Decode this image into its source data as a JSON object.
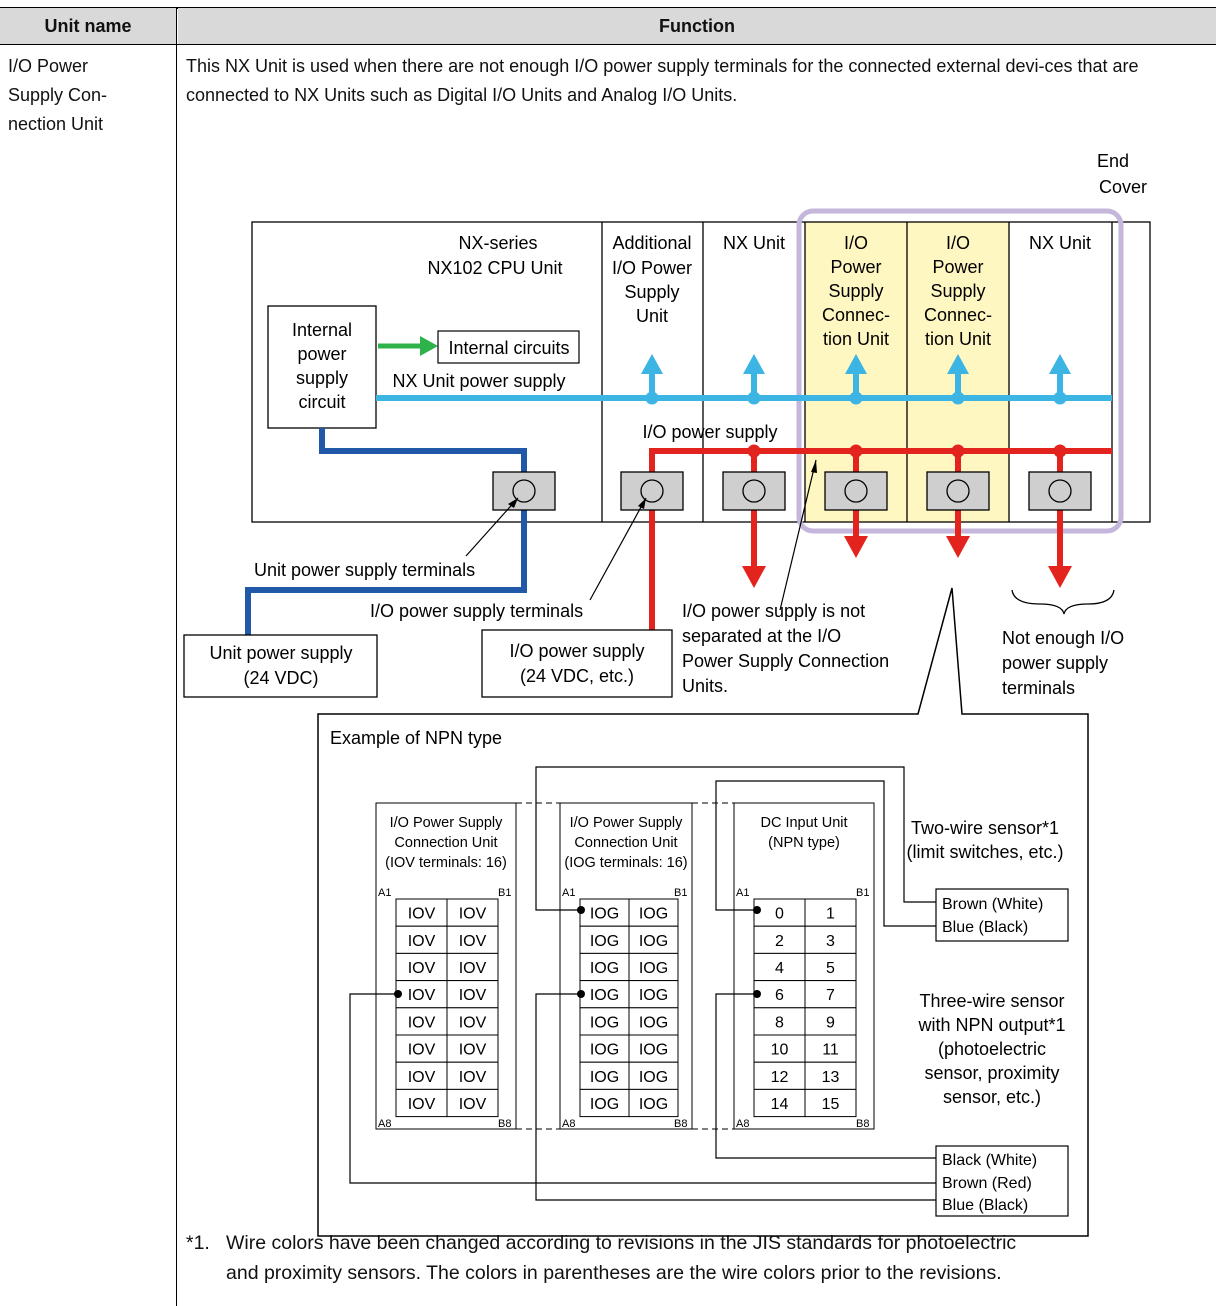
{
  "table": {
    "header_unit_name": "Unit name",
    "header_function": "Function",
    "unit_name": "I/O Power Supply Con-nection Unit",
    "unit_name_lines": [
      "I/O Power",
      "Supply Con-",
      "nection Unit"
    ],
    "description": "This NX Unit is used when there are not enough I/O power supply terminals for the connected external devi-ces that are connected to NX Units such as Digital I/O Units and Analog I/O Units."
  },
  "diagram": {
    "end_cover": [
      "End",
      "Cover"
    ],
    "cpu_unit": [
      "NX-series",
      "NX102 CPU Unit"
    ],
    "internal_power": [
      "Internal",
      "power",
      "supply",
      "circuit"
    ],
    "internal_circuits": "Internal circuits",
    "nx_power_label": "NX Unit power supply",
    "io_power_label": "I/O power supply",
    "additional_unit": [
      "Additional",
      "I/O Power",
      "Supply",
      "Unit"
    ],
    "nx_unit": "NX Unit",
    "iop_unit": [
      "I/O",
      "Power",
      "Supply",
      "Connec-",
      "tion Unit"
    ],
    "unit_terminals": "Unit power supply terminals",
    "io_terminals": "I/O power supply terminals",
    "unit_supply": [
      "Unit power supply",
      "(24 VDC)"
    ],
    "io_supply": [
      "I/O power supply",
      "(24 VDC, etc.)"
    ],
    "not_separated": [
      "I/O power supply is not",
      "separated at the I/O",
      "Power Supply Connection",
      "Units."
    ],
    "not_enough": [
      "Not enough I/O",
      "power supply",
      "terminals"
    ]
  },
  "example": {
    "title": "Example of NPN type",
    "block_iov": [
      "I/O Power Supply",
      "Connection Unit",
      "(IOV terminals: 16)"
    ],
    "block_iog": [
      "I/O Power Supply",
      "Connection Unit",
      "(IOG terminals: 16)"
    ],
    "block_dc": [
      "DC Input Unit",
      "(NPN type)"
    ],
    "corner_a1": "A1",
    "corner_b1": "B1",
    "corner_a8": "A8",
    "corner_b8": "B8",
    "iov": "IOV",
    "iog": "IOG",
    "dc_pairs": [
      [
        "0",
        "1"
      ],
      [
        "2",
        "3"
      ],
      [
        "4",
        "5"
      ],
      [
        "6",
        "7"
      ],
      [
        "8",
        "9"
      ],
      [
        "10",
        "11"
      ],
      [
        "12",
        "13"
      ],
      [
        "14",
        "15"
      ]
    ],
    "two_wire": [
      "Two-wire sensor*1",
      "(limit switches, etc.)"
    ],
    "two_wire_colors": [
      "Brown (White)",
      "Blue (Black)"
    ],
    "three_wire": [
      "Three-wire sensor",
      "with NPN output*1",
      "(photoelectric",
      "sensor, proximity",
      "sensor, etc.)"
    ],
    "three_wire_colors": [
      "Black (White)",
      "Brown (Red)",
      "Blue (Black)"
    ]
  },
  "footnote": {
    "marker": "*1.",
    "line1": "Wire colors have been changed according to revisions in the JIS standards for photoelectric",
    "line2": "and proximity sensors. The colors in parentheses are the wire colors prior to the revisions."
  },
  "colors": {
    "header_bg": "#d9d9d9",
    "nx_power": "#3cb4e4",
    "io_power": "#e3231e",
    "unit_power": "#2158a8",
    "internal_arrow": "#2db34a",
    "highlight_fill": "#fff7c2",
    "highlight_border": "#c5b7dc",
    "terminal_fill": "#cfcfcf"
  }
}
